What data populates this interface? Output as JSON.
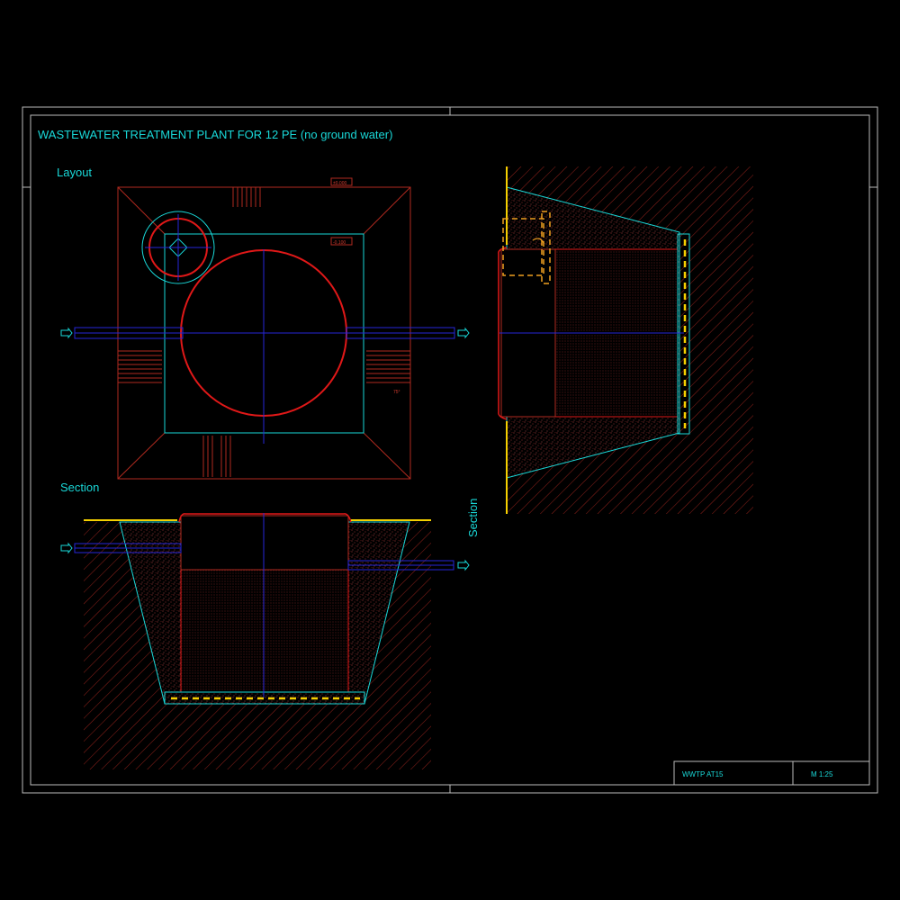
{
  "drawing": {
    "title": "WASTEWATER TREATMENT PLANT FOR 12 PE (no ground water)",
    "layout_label": "Layout",
    "section_label": "Section",
    "section_label_rotated": "Section",
    "level_top": "±0.000",
    "level_tank": "-0.100",
    "layout_slope_mark": "75°",
    "title_block": {
      "drawing_name": "WWTP AT15",
      "scale": "M 1:25"
    }
  },
  "colors": {
    "frame": "#cfcfcf",
    "cyan": "#19d8d8",
    "red": "#e01818",
    "dark_red": "#b02a1f",
    "blue": "#2626d8",
    "yellow": "#f5d000",
    "orange": "#f0a020",
    "sand": "#cc4a4a"
  }
}
